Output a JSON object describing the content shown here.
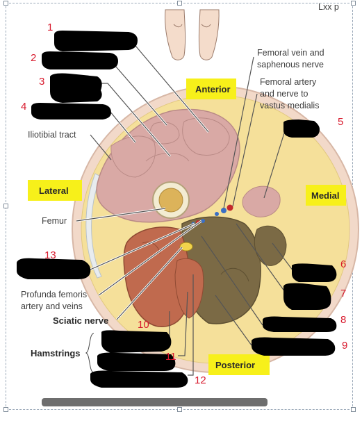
{
  "labels": {
    "femoral_vein_line1": "Femoral vein and",
    "femoral_vein_line2": "saphenous nerve",
    "femoral_artery_line1": "Femoral artery",
    "femoral_artery_line2": "and nerve to",
    "femoral_artery_line3": "vastus medialis",
    "iliotibial": "Iliotibial tract",
    "femur": "Femur",
    "profunda_line1": "Profunda femoris",
    "profunda_line2": "artery and veins",
    "sciatic": "Sciatic nerve",
    "hamstrings": "Hamstrings",
    "corner_fragment": "Lxx p"
  },
  "orientation": {
    "anterior": "Anterior",
    "lateral": "Lateral",
    "medial": "Medial",
    "posterior": "Posterior"
  },
  "handwritten_numbers": [
    "1",
    "2",
    "3",
    "4",
    "5",
    "6",
    "7",
    "8",
    "9",
    "10",
    "11",
    "12",
    "13"
  ],
  "colors": {
    "highlight": "#f7f01a",
    "annotation_red": "#d81b2e",
    "skin": "#f2d9c9",
    "fat": "#f5e09a",
    "anterior_muscle": "#d9a9a5",
    "posterior_muscle": "#c06a4e",
    "medial_muscle": "#7b6a45",
    "bone": "#f3ecd2",
    "marrow": "#dcb35a"
  }
}
